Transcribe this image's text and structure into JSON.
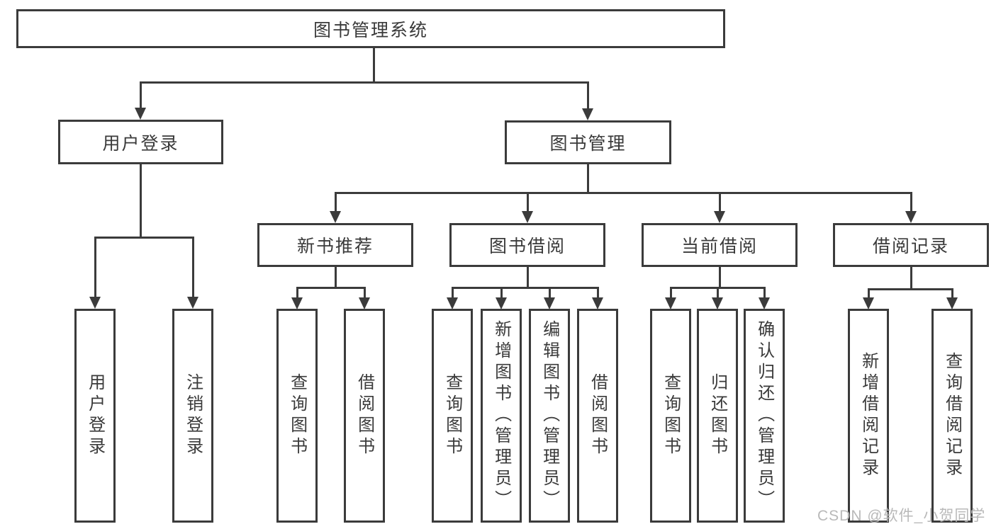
{
  "colors": {
    "line": "#3b3b3b",
    "text": "#3a3a3a",
    "watermark": "#b9b9b9",
    "bg": "#ffffff"
  },
  "watermark": {
    "text": "CSDN @软件_小贺同学"
  },
  "tree": {
    "root": {
      "label": "图书管理系统"
    },
    "l2": [
      {
        "label": "用户登录"
      },
      {
        "label": "图书管理"
      }
    ],
    "l3": [
      {
        "label": "新书推荐"
      },
      {
        "label": "图书借阅"
      },
      {
        "label": "当前借阅"
      },
      {
        "label": "借阅记录"
      }
    ],
    "leaves": {
      "login": [
        {
          "label": "用户登录"
        },
        {
          "label": "注销登录"
        }
      ],
      "newbook": [
        {
          "label": "查询图书"
        },
        {
          "label": "借阅图书"
        }
      ],
      "borrow": [
        {
          "label": "查询图书"
        },
        {
          "label": "新增图书（管理员）"
        },
        {
          "label": "编辑图书（管理员）"
        },
        {
          "label": "借阅图书"
        }
      ],
      "current": [
        {
          "label": "查询图书"
        },
        {
          "label": "归还图书"
        },
        {
          "label": "确认归还（管理员）"
        }
      ],
      "records": [
        {
          "label": "新增借阅记录"
        },
        {
          "label": "查询借阅记录"
        }
      ]
    }
  }
}
